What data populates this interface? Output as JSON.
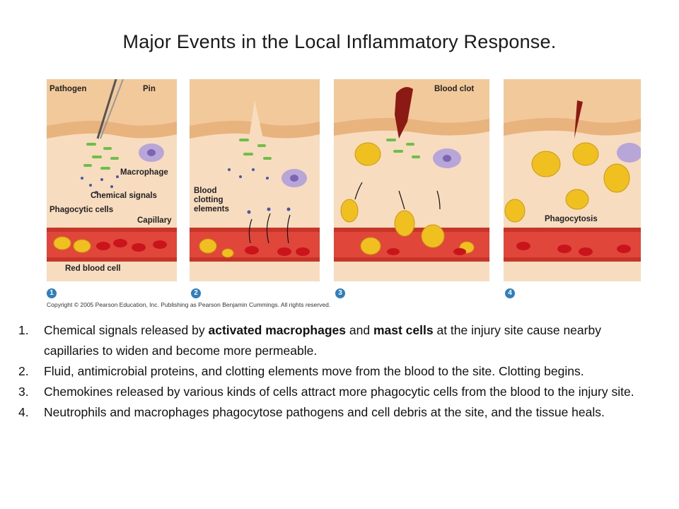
{
  "title": "Major Events in the Local Inflammatory Response.",
  "figure": {
    "panels": [
      {
        "number": "1",
        "labels": {
          "pathogen": "Pathogen",
          "pin": "Pin",
          "macrophage": "Macrophage",
          "chemical_signals": "Chemical signals",
          "phagocytic_cells": "Phagocytic cells",
          "capillary": "Capillary",
          "red_blood_cell": "Red blood cell"
        }
      },
      {
        "number": "2",
        "labels": {
          "blood_clotting_elements": "Blood\nclotting\nelements"
        }
      },
      {
        "number": "3",
        "labels": {
          "blood_clot": "Blood clot"
        }
      },
      {
        "number": "4",
        "labels": {
          "phagocytosis": "Phagocytosis"
        }
      }
    ],
    "copyright": "Copyright © 2005 Pearson Education, Inc. Publishing as Pearson Benjamin Cummings. All rights reserved."
  },
  "steps": [
    {
      "num": "1.",
      "parts": {
        "a": "Chemical signals released by ",
        "b": "activated macrophages",
        "c": " and ",
        "d": "mast cells",
        "e": " at the injury site cause nearby capillaries to widen and become more permeable."
      }
    },
    {
      "num": "2.",
      "text": "Fluid, antimicrobial proteins, and clotting elements move from the blood to the site. Clotting begins."
    },
    {
      "num": "3.",
      "text": "Chemokines released by various kinds of cells attract more phagocytic cells from the blood to the injury site."
    },
    {
      "num": "4.",
      "text": "Neutrophils and macrophages phagocytose pathogens and cell debris at the site, and the tissue heals."
    }
  ],
  "colors": {
    "skin": "#f2c99a",
    "tissue": "#f7dcc0",
    "capillary": "#e0473a",
    "rbc": "#c8141a",
    "macrophage": "#b9a6d8",
    "phagocyte": "#f0c020",
    "bacteria": "#6cc04a",
    "dots": "#4a57a6",
    "step_badge": "#2f7fbf"
  }
}
